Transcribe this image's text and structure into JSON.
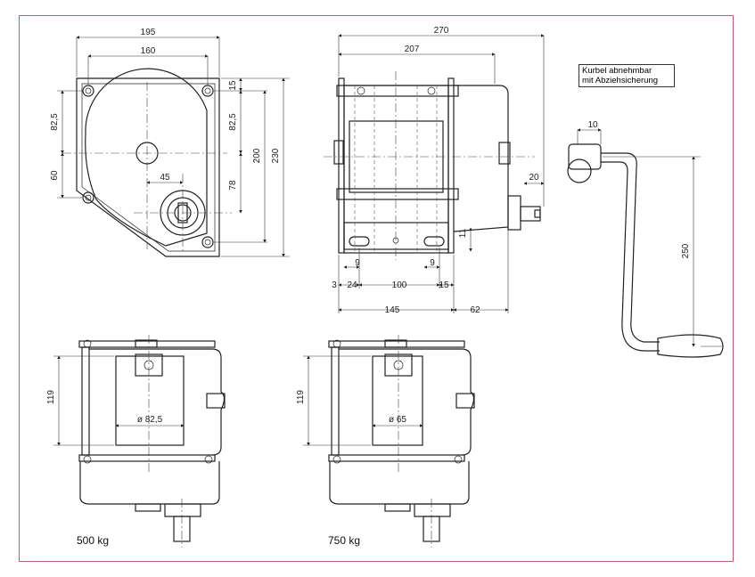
{
  "note": {
    "line1": "Kurbel abnehmbar",
    "line2": "mit Abziehsicherung"
  },
  "captions": {
    "left": "500 kg",
    "right": "750 kg"
  },
  "dims": {
    "d195": "195",
    "d160": "160",
    "d82_5a": "82,5",
    "d60": "60",
    "d45": "45",
    "d15": "15",
    "d82_5b": "82,5",
    "d78": "78",
    "d200": "200",
    "d230": "230",
    "d270": "270",
    "d207": "207",
    "d20": "20",
    "d11": "11",
    "d9a": "9",
    "d9b": "9",
    "d3": "3",
    "d24": "24",
    "d100": "100",
    "d15b": "15",
    "d145": "145",
    "d62": "62",
    "d10": "10",
    "d250": "250",
    "d119a": "119",
    "d82_5c": "ø 82,5",
    "d119b": "119",
    "d65": "ø 65"
  }
}
